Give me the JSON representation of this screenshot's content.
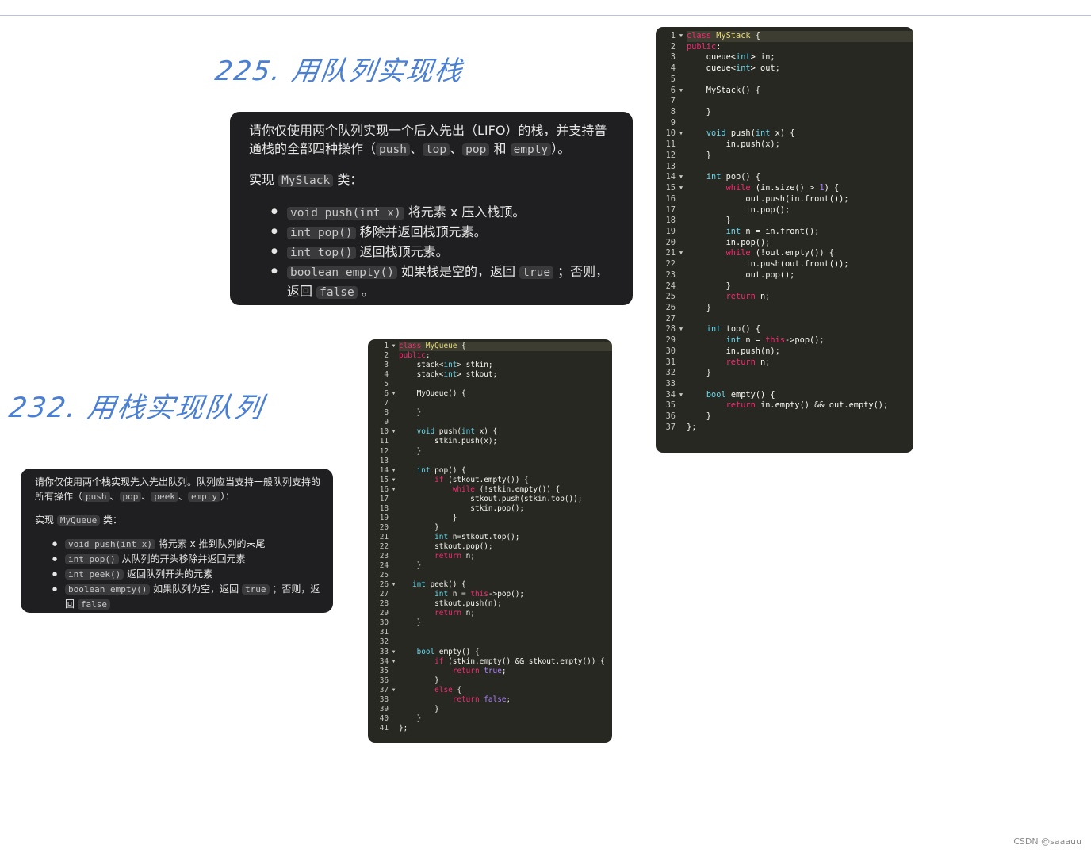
{
  "problem_225": {
    "heading": "225. 用队列实现栈",
    "intro_prefix": "请你仅使用两个队列实现一个后入先出（LIFO）的栈，并支持普通栈的全部四种操作（",
    "ops": [
      "push",
      "top",
      "pop",
      "empty"
    ],
    "sep": "、",
    "and": "和",
    "intro_suffix": "）。",
    "class_prefix": "实现",
    "class_name": "MyStack",
    "class_suffix": "类：",
    "methods": [
      {
        "code": "void push(int x)",
        "desc": "将元素 x 压入栈顶。"
      },
      {
        "code": "int pop()",
        "desc": "移除并返回栈顶元素。"
      },
      {
        "code": "int top()",
        "desc": "返回栈顶元素。"
      },
      {
        "code": "boolean empty()",
        "desc": "如果栈是空的，返回",
        "ret_true": "true",
        "mid": "；否则，返回",
        "ret_false": "false",
        "end": "。"
      }
    ]
  },
  "problem_232": {
    "heading": "232. 用栈实现队列",
    "intro_prefix": "请你仅使用两个栈实现先入先出队列。队列应当支持一般队列支持的所有操作（",
    "ops": [
      "push",
      "pop",
      "peek",
      "empty"
    ],
    "sep": "、",
    "intro_suffix": "）：",
    "class_prefix": "实现",
    "class_name": "MyQueue",
    "class_suffix": "类：",
    "methods": [
      {
        "code": "void push(int x)",
        "desc": "将元素 x 推到队列的末尾"
      },
      {
        "code": "int pop()",
        "desc": "从队列的开头移除并返回元素"
      },
      {
        "code": "int peek()",
        "desc": "返回队列开头的元素"
      },
      {
        "code": "boolean empty()",
        "desc": "如果队列为空，返回",
        "ret_true": "true",
        "mid": "；否则，返回",
        "ret_false": "false"
      }
    ]
  },
  "colors": {
    "keyword": "#f92672",
    "type": "#66d9ef",
    "class_name": "#e6db74",
    "number": "#ae81ff",
    "plain": "#f8f8f2",
    "gutter": "#c9c9c2",
    "handwriting": "#4a7fd2"
  },
  "editor_stack": {
    "fold_lines": [
      1,
      6,
      10,
      14,
      15,
      21,
      28,
      34
    ],
    "active_line": 1,
    "lines": [
      [
        [
          "kw",
          "class "
        ],
        [
          "cls",
          "MyStack"
        ],
        [
          "p",
          " {"
        ]
      ],
      [
        [
          "kw",
          "public"
        ],
        [
          "p",
          ":"
        ]
      ],
      [
        [
          "p",
          "    queue<"
        ],
        [
          "ty",
          "int"
        ],
        [
          "p",
          "> in;"
        ]
      ],
      [
        [
          "p",
          "    queue<"
        ],
        [
          "ty",
          "int"
        ],
        [
          "p",
          "> out;"
        ]
      ],
      [
        [
          "p",
          ""
        ]
      ],
      [
        [
          "p",
          "    MyStack() {"
        ]
      ],
      [
        [
          "p",
          ""
        ]
      ],
      [
        [
          "p",
          "    }"
        ]
      ],
      [
        [
          "p",
          ""
        ]
      ],
      [
        [
          "p",
          "    "
        ],
        [
          "ty",
          "void"
        ],
        [
          "p",
          " push("
        ],
        [
          "ty",
          "int"
        ],
        [
          "p",
          " x) {"
        ]
      ],
      [
        [
          "p",
          "        in.push(x);"
        ]
      ],
      [
        [
          "p",
          "    }"
        ]
      ],
      [
        [
          "p",
          ""
        ]
      ],
      [
        [
          "p",
          "    "
        ],
        [
          "ty",
          "int"
        ],
        [
          "p",
          " pop() {"
        ]
      ],
      [
        [
          "p",
          "        "
        ],
        [
          "kw",
          "while"
        ],
        [
          "p",
          " (in.size() > "
        ],
        [
          "num",
          "1"
        ],
        [
          "p",
          ") {"
        ]
      ],
      [
        [
          "p",
          "            out.push(in.front());"
        ]
      ],
      [
        [
          "p",
          "            in.pop();"
        ]
      ],
      [
        [
          "p",
          "        }"
        ]
      ],
      [
        [
          "p",
          "        "
        ],
        [
          "ty",
          "int"
        ],
        [
          "p",
          " n = in.front();"
        ]
      ],
      [
        [
          "p",
          "        in.pop();"
        ]
      ],
      [
        [
          "p",
          "        "
        ],
        [
          "kw",
          "while"
        ],
        [
          "p",
          " (!out.empty()) {"
        ]
      ],
      [
        [
          "p",
          "            in.push(out.front());"
        ]
      ],
      [
        [
          "p",
          "            out.pop();"
        ]
      ],
      [
        [
          "p",
          "        }"
        ]
      ],
      [
        [
          "p",
          "        "
        ],
        [
          "kw",
          "return"
        ],
        [
          "p",
          " n;"
        ]
      ],
      [
        [
          "p",
          "    }"
        ]
      ],
      [
        [
          "p",
          ""
        ]
      ],
      [
        [
          "p",
          "    "
        ],
        [
          "ty",
          "int"
        ],
        [
          "p",
          " top() {"
        ]
      ],
      [
        [
          "p",
          "        "
        ],
        [
          "ty",
          "int"
        ],
        [
          "p",
          " n = "
        ],
        [
          "kw",
          "this"
        ],
        [
          "p",
          "->pop();"
        ]
      ],
      [
        [
          "p",
          "        in.push(n);"
        ]
      ],
      [
        [
          "p",
          "        "
        ],
        [
          "kw",
          "return"
        ],
        [
          "p",
          " n;"
        ]
      ],
      [
        [
          "p",
          "    }"
        ]
      ],
      [
        [
          "p",
          ""
        ]
      ],
      [
        [
          "p",
          "    "
        ],
        [
          "ty",
          "bool"
        ],
        [
          "p",
          " empty() {"
        ]
      ],
      [
        [
          "p",
          "        "
        ],
        [
          "kw",
          "return"
        ],
        [
          "p",
          " in.empty() && out.empty();"
        ]
      ],
      [
        [
          "p",
          "    }"
        ]
      ],
      [
        [
          "p",
          "};"
        ]
      ]
    ]
  },
  "editor_queue": {
    "fold_lines": [
      1,
      6,
      10,
      14,
      15,
      16,
      26,
      33,
      34,
      37
    ],
    "active_line": 1,
    "lines": [
      [
        [
          "kw",
          "class "
        ],
        [
          "cls",
          "MyQueue"
        ],
        [
          "p",
          " {"
        ]
      ],
      [
        [
          "kw",
          "public"
        ],
        [
          "p",
          ":"
        ]
      ],
      [
        [
          "p",
          "    stack<"
        ],
        [
          "ty",
          "int"
        ],
        [
          "p",
          "> stkin;"
        ]
      ],
      [
        [
          "p",
          "    stack<"
        ],
        [
          "ty",
          "int"
        ],
        [
          "p",
          "> stkout;"
        ]
      ],
      [
        [
          "p",
          ""
        ]
      ],
      [
        [
          "p",
          "    MyQueue() {"
        ]
      ],
      [
        [
          "p",
          ""
        ]
      ],
      [
        [
          "p",
          "    }"
        ]
      ],
      [
        [
          "p",
          ""
        ]
      ],
      [
        [
          "p",
          "    "
        ],
        [
          "ty",
          "void"
        ],
        [
          "p",
          " push("
        ],
        [
          "ty",
          "int"
        ],
        [
          "p",
          " x) {"
        ]
      ],
      [
        [
          "p",
          "        stkin.push(x);"
        ]
      ],
      [
        [
          "p",
          "    }"
        ]
      ],
      [
        [
          "p",
          ""
        ]
      ],
      [
        [
          "p",
          "    "
        ],
        [
          "ty",
          "int"
        ],
        [
          "p",
          " pop() {"
        ]
      ],
      [
        [
          "p",
          "        "
        ],
        [
          "kw",
          "if"
        ],
        [
          "p",
          " (stkout.empty()) {"
        ]
      ],
      [
        [
          "p",
          "            "
        ],
        [
          "kw",
          "while"
        ],
        [
          "p",
          " (!stkin.empty()) {"
        ]
      ],
      [
        [
          "p",
          "                stkout.push(stkin.top());"
        ]
      ],
      [
        [
          "p",
          "                stkin.pop();"
        ]
      ],
      [
        [
          "p",
          "            }"
        ]
      ],
      [
        [
          "p",
          "        }"
        ]
      ],
      [
        [
          "p",
          "        "
        ],
        [
          "ty",
          "int"
        ],
        [
          "p",
          " n=stkout.top();"
        ]
      ],
      [
        [
          "p",
          "        stkout.pop();"
        ]
      ],
      [
        [
          "p",
          "        "
        ],
        [
          "kw",
          "return"
        ],
        [
          "p",
          " n;"
        ]
      ],
      [
        [
          "p",
          "    }"
        ]
      ],
      [
        [
          "p",
          ""
        ]
      ],
      [
        [
          "p",
          "   "
        ],
        [
          "ty",
          "int"
        ],
        [
          "p",
          " peek() {"
        ]
      ],
      [
        [
          "p",
          "        "
        ],
        [
          "ty",
          "int"
        ],
        [
          "p",
          " n = "
        ],
        [
          "kw",
          "this"
        ],
        [
          "p",
          "->pop();"
        ]
      ],
      [
        [
          "p",
          "        stkout.push(n);"
        ]
      ],
      [
        [
          "p",
          "        "
        ],
        [
          "kw",
          "return"
        ],
        [
          "p",
          " n;"
        ]
      ],
      [
        [
          "p",
          "    }"
        ]
      ],
      [
        [
          "p",
          ""
        ]
      ],
      [
        [
          "p",
          ""
        ]
      ],
      [
        [
          "p",
          "    "
        ],
        [
          "ty",
          "bool"
        ],
        [
          "p",
          " empty() {"
        ]
      ],
      [
        [
          "p",
          "        "
        ],
        [
          "kw",
          "if"
        ],
        [
          "p",
          " (stkin.empty() && stkout.empty()) {"
        ]
      ],
      [
        [
          "p",
          "            "
        ],
        [
          "kw",
          "return"
        ],
        [
          "p",
          " "
        ],
        [
          "num",
          "true"
        ],
        [
          "p",
          ";"
        ]
      ],
      [
        [
          "p",
          "        }"
        ]
      ],
      [
        [
          "p",
          "        "
        ],
        [
          "kw",
          "else"
        ],
        [
          "p",
          " {"
        ]
      ],
      [
        [
          "p",
          "            "
        ],
        [
          "kw",
          "return"
        ],
        [
          "p",
          " "
        ],
        [
          "num",
          "false"
        ],
        [
          "p",
          ";"
        ]
      ],
      [
        [
          "p",
          "        }"
        ]
      ],
      [
        [
          "p",
          "    }"
        ]
      ],
      [
        [
          "p",
          "};"
        ]
      ]
    ]
  },
  "watermark": "CSDN @saaauu"
}
